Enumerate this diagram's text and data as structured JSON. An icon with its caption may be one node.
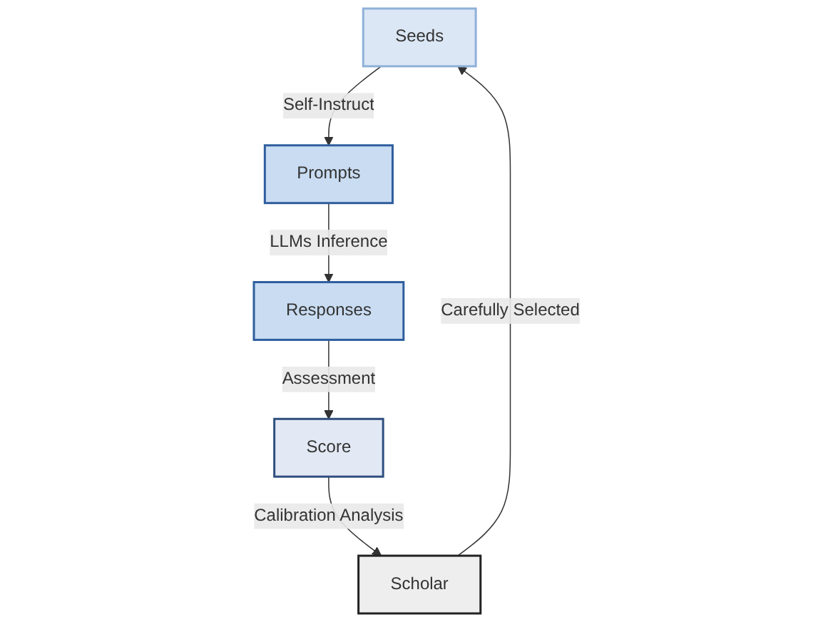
{
  "diagram": {
    "nodes": [
      {
        "text": [
          "Seeds"
        ]
      },
      {
        "text": [
          "Prompts"
        ]
      },
      {
        "text": [
          "Responses"
        ]
      },
      {
        "text": [
          "Score"
        ]
      },
      {
        "text": [
          "Scholar"
        ]
      }
    ],
    "edges": [
      {
        "from": 0,
        "to": 1,
        "arrow": "to",
        "label": "Self-Instruct"
      },
      {
        "from": 1,
        "to": 2,
        "arrow": "to",
        "label": "LLMs Inference"
      },
      {
        "from": 2,
        "to": 3,
        "arrow": "to",
        "label": "Assessment"
      },
      {
        "from": 3,
        "to": 4,
        "arrow": "to",
        "label": "Calibration Analysis"
      },
      {
        "from": 4,
        "to": 0,
        "arrow": "to",
        "label": "Carefully Selected"
      }
    ]
  }
}
